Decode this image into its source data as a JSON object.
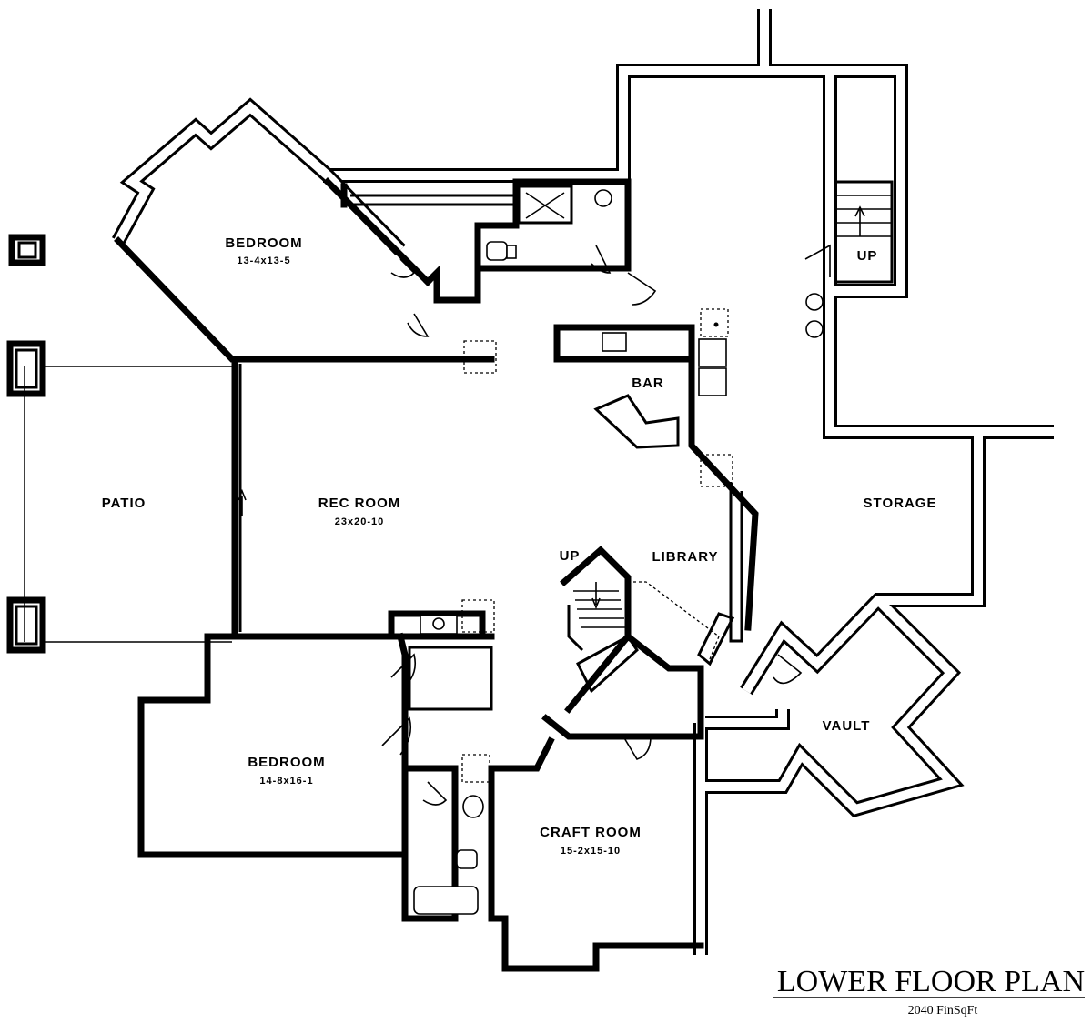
{
  "title": "LOWER FLOOR PLAN",
  "subtitle": "2040 FinSqFt",
  "rooms": [
    {
      "key": "bedroom_upper",
      "label": "BEDROOM",
      "dims": "13-4x13-5"
    },
    {
      "key": "rec_room",
      "label": "REC ROOM",
      "dims": "23x20-10"
    },
    {
      "key": "patio",
      "label": "PATIO",
      "dims": ""
    },
    {
      "key": "bar",
      "label": "BAR",
      "dims": ""
    },
    {
      "key": "library",
      "label": "LIBRARY",
      "dims": ""
    },
    {
      "key": "storage",
      "label": "STORAGE",
      "dims": ""
    },
    {
      "key": "vault",
      "label": "VAULT",
      "dims": ""
    },
    {
      "key": "bedroom_lower",
      "label": "BEDROOM",
      "dims": "14-8x16-1"
    },
    {
      "key": "craft_room",
      "label": "CRAFT ROOM",
      "dims": "15-2x15-10"
    }
  ],
  "stairs": [
    {
      "key": "stair_storage",
      "label": "UP"
    },
    {
      "key": "stair_library",
      "label": "UP"
    }
  ]
}
